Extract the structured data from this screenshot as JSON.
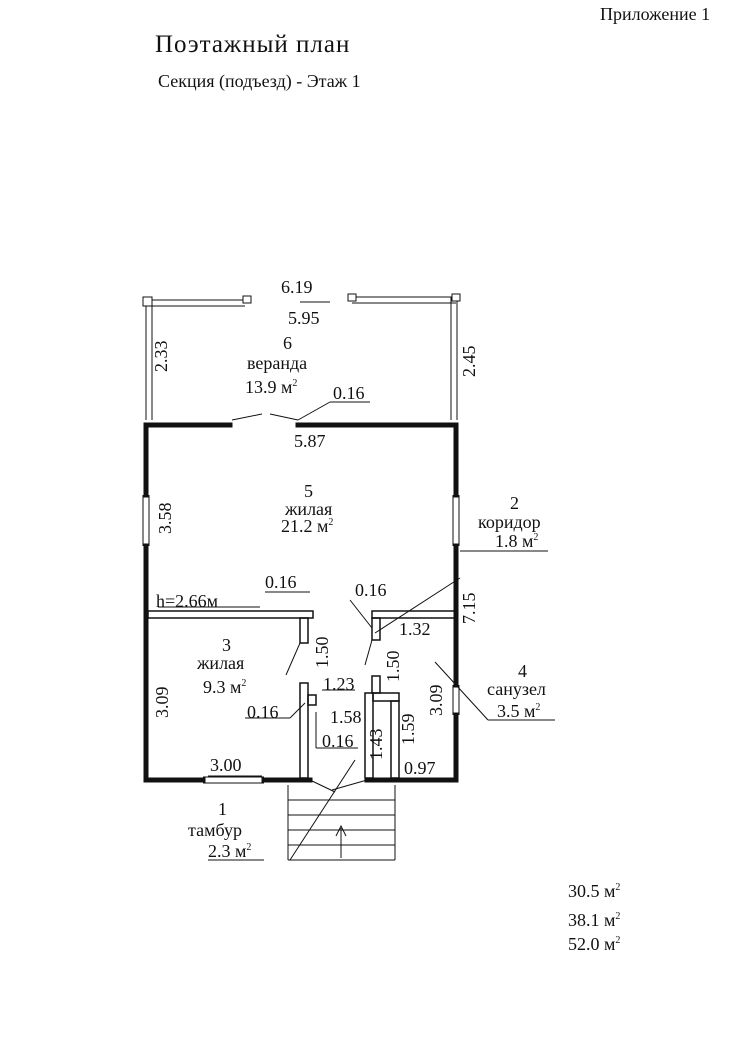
{
  "header": {
    "appendix": "Приложение 1",
    "title": "Поэтажный план",
    "subtitle": "Секция (подъезд) -  Этаж 1"
  },
  "rooms": [
    {
      "number": "6",
      "name": "веранда",
      "area": "13.9",
      "unit": "м",
      "unit_sup": "2"
    },
    {
      "number": "5",
      "name": "жилая",
      "area": "21.2",
      "unit": "м",
      "unit_sup": "2"
    },
    {
      "number": "2",
      "name": "коридор",
      "area": "1.8",
      "unit": "м",
      "unit_sup": "2"
    },
    {
      "number": "3",
      "name": "жилая",
      "area": "9.3",
      "unit": "м",
      "unit_sup": "2"
    },
    {
      "number": "4",
      "name": "санузел",
      "area": "3.5",
      "unit": "м",
      "unit_sup": "2"
    },
    {
      "number": "1",
      "name": "тамбур",
      "area": "2.3",
      "unit": "м",
      "unit_sup": "2"
    }
  ],
  "dimensions": {
    "veranda_outer_width": "6.19",
    "veranda_inner_width": "5.95",
    "veranda_left_depth": "2.33",
    "veranda_right_depth": "2.45",
    "wall_thickness_top": "0.16",
    "room5_width": "5.87",
    "room5_left_depth": "3.58",
    "house_right_length": "7.15",
    "ceiling_height": "h=2.66м",
    "wall_room3_top": "0.16",
    "wall_corridor_top": "0.16",
    "corridor_width": "1.32",
    "room3_door_depth": "1.50",
    "corridor_depth": "1.50",
    "room3_left_depth": "3.09",
    "bath_right_depth": "3.09",
    "tambour_width": "1.23",
    "tambour_wall_left": "0.16",
    "tambour_wall_bottom": "0.16",
    "tambour_depth": "1.58",
    "tambour_height": "1.43",
    "bath_depth": "1.59",
    "room3_width": "3.00",
    "bath_width": "0.97"
  },
  "totals": {
    "total_1": {
      "value": "30.5",
      "unit": "м",
      "unit_sup": "2"
    },
    "total_2": {
      "value": "38.1",
      "unit": "м",
      "unit_sup": "2"
    },
    "total_3": {
      "value": "52.0",
      "unit": "м",
      "unit_sup": "2"
    }
  }
}
